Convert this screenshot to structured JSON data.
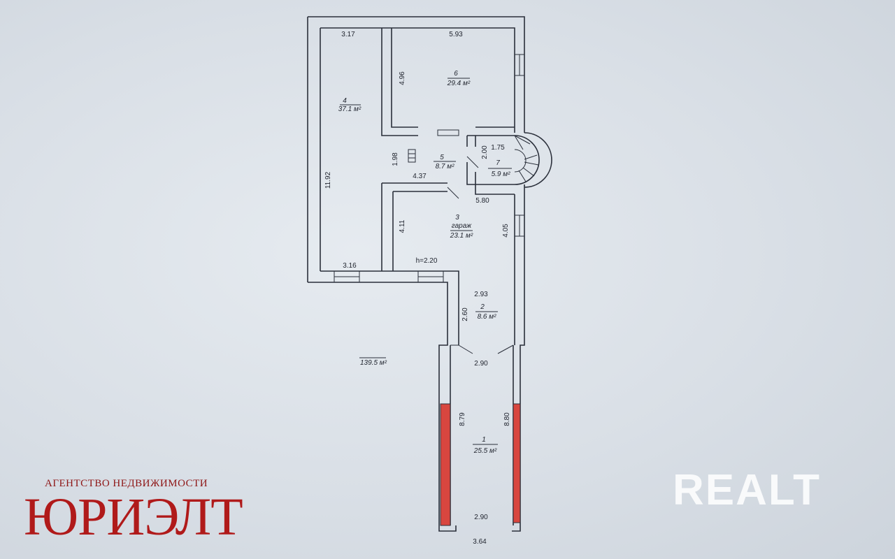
{
  "plan": {
    "total_area": "139.5 м²",
    "ceiling_height": "h=2.20",
    "rooms": [
      {
        "number": "1",
        "area": "25.5 м²"
      },
      {
        "number": "2",
        "area": "8.6 м²"
      },
      {
        "number": "3",
        "name": "гараж",
        "area": "23.1 м²"
      },
      {
        "number": "4",
        "area": "37.1 м²"
      },
      {
        "number": "5",
        "area": "8.7 м²"
      },
      {
        "number": "6",
        "area": "29.4 м²"
      },
      {
        "number": "7",
        "area": "5.9 м²"
      }
    ],
    "dimensions": {
      "d317": "3.17",
      "d593": "5.93",
      "d496": "4.96",
      "d1192": "11.92",
      "d198": "1.98",
      "d437": "4.37",
      "d200": "2.00",
      "d175": "1.75",
      "d580": "5.80",
      "d411": "4.11",
      "d405": "4.05",
      "d316": "3.16",
      "d293": "2.93",
      "d260": "2.60",
      "d290a": "2.90",
      "d879": "8.79",
      "d880": "8.80",
      "d290b": "2.90",
      "d364": "3.64"
    }
  },
  "branding": {
    "agency_subtitle": "АГЕНТСТВО НЕДВИЖИМОСТИ",
    "agency_name": "ЮРИЭЛТ",
    "watermark": "REALT",
    "agency_color": "#b01a1a"
  }
}
